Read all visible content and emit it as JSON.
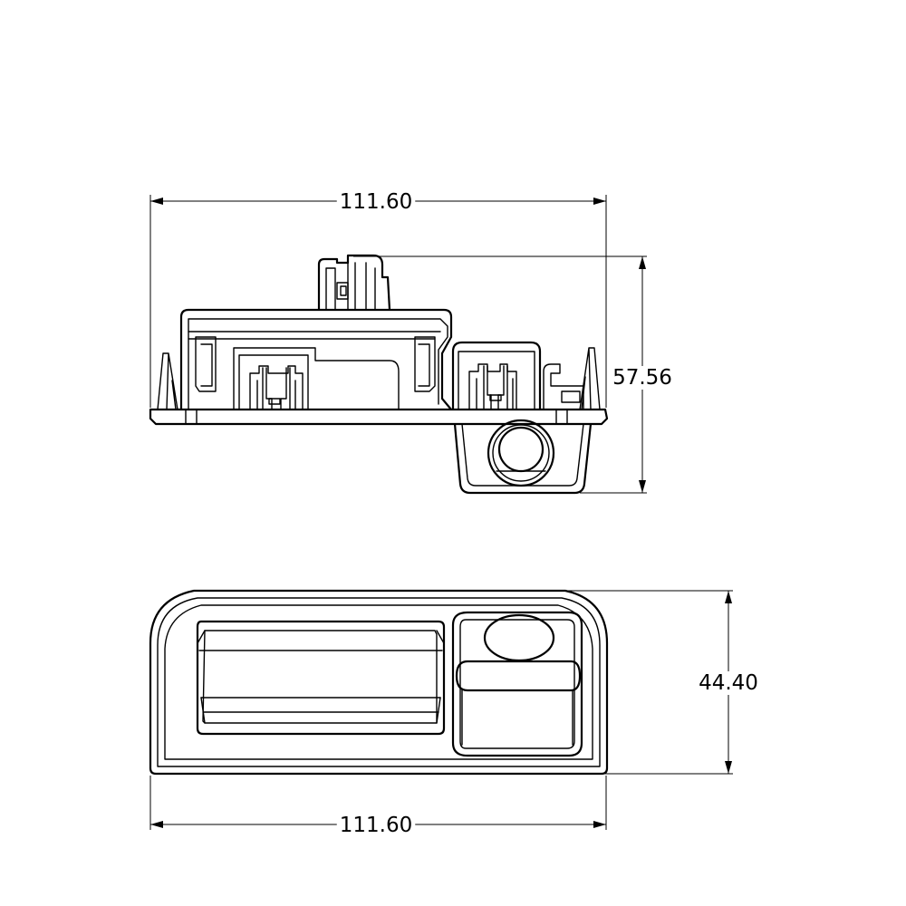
{
  "dimensions": {
    "top_width": "111.60",
    "top_height": "57.56",
    "bottom_height": "44.40",
    "bottom_width": "111.60"
  }
}
